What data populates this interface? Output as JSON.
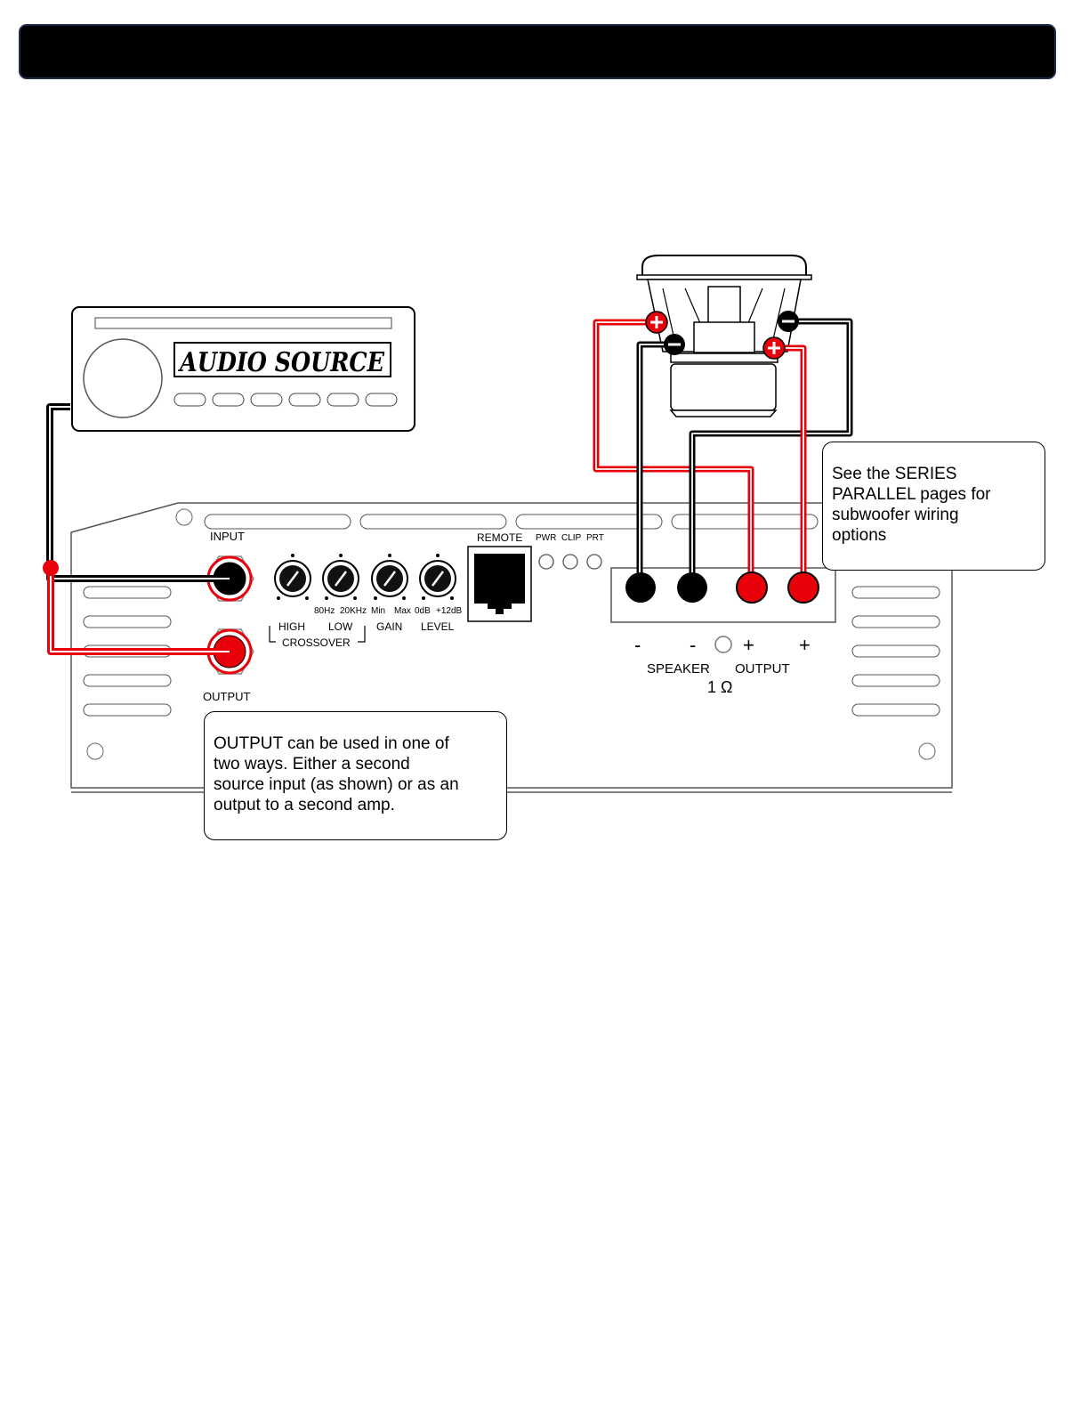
{
  "header_bar": {
    "color": "#000000"
  },
  "audio_source": {
    "label": "AUDIO SOURCE"
  },
  "amplifier": {
    "input_label": "INPUT",
    "output_label": "OUTPUT",
    "remote_label": "REMOTE",
    "leds": [
      "PWR",
      "CLIP",
      "PRT"
    ],
    "knob_ranges": [
      "80Hz",
      "20KHz",
      "Min",
      "Max",
      "0dB",
      "+12dB"
    ],
    "knobs": [
      "HIGH",
      "LOW",
      "GAIN",
      "LEVEL"
    ],
    "crossover_label": "CROSSOVER",
    "terminal_polarity": [
      "-",
      "-",
      "+",
      "+"
    ],
    "speaker_output_label": [
      "SPEAKER",
      "OUTPUT"
    ],
    "impedance": "1 Ω"
  },
  "notes": {
    "series_parallel": [
      "See the SERIES",
      "PARALLEL pages for",
      "subwoofer wiring",
      "options"
    ],
    "output_usage": [
      "OUTPUT can be used in one of",
      "two ways.  Either a second",
      "source input (as shown) or as an",
      "output to a second amp."
    ]
  },
  "colors": {
    "positive_wire": "#e8000b",
    "negative_wire": "#000000"
  }
}
